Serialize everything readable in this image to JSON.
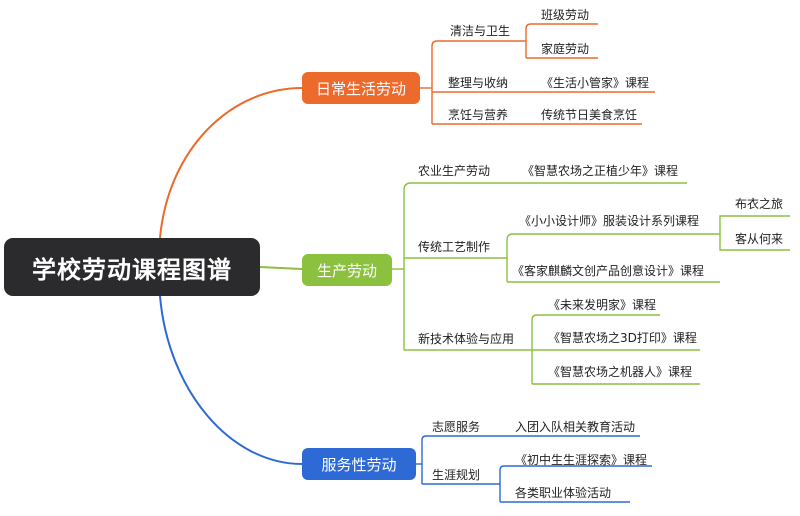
{
  "root": {
    "title": "学校劳动课程图谱"
  },
  "branches": {
    "daily": {
      "label": "日常生活劳动",
      "color": "#ec6a2c",
      "items": [
        {
          "label": "清洁与卫生",
          "children": [
            "班级劳动",
            "家庭劳动"
          ]
        },
        {
          "label": "整理与收纳",
          "children": [
            "《生活小管家》课程"
          ]
        },
        {
          "label": "烹饪与营养",
          "children": [
            "传统节日美食烹饪"
          ]
        }
      ]
    },
    "production": {
      "label": "生产劳动",
      "color": "#8cc13f",
      "items": [
        {
          "label": "农业生产劳动",
          "children": [
            "《智慧农场之正植少年》课程"
          ]
        },
        {
          "label": "传统工艺制作",
          "children": [
            "《小小设计师》服装设计系列课程",
            "《客家麒麟文创产品创意设计》课程"
          ],
          "grandchildren": [
            "布衣之旅",
            "客从何来"
          ]
        },
        {
          "label": "新技术体验与应用",
          "children": [
            "《未来发明家》课程",
            "《智慧农场之3D打印》课程",
            "《智慧农场之机器人》课程"
          ]
        }
      ]
    },
    "service": {
      "label": "服务性劳动",
      "color": "#2d6ad6",
      "items": [
        {
          "label": "志愿服务",
          "children": [
            "入团入队相关教育活动"
          ]
        },
        {
          "label": "生涯规划",
          "children": [
            "《初中生生涯探索》课程",
            "各类职业体验活动"
          ]
        }
      ]
    }
  }
}
